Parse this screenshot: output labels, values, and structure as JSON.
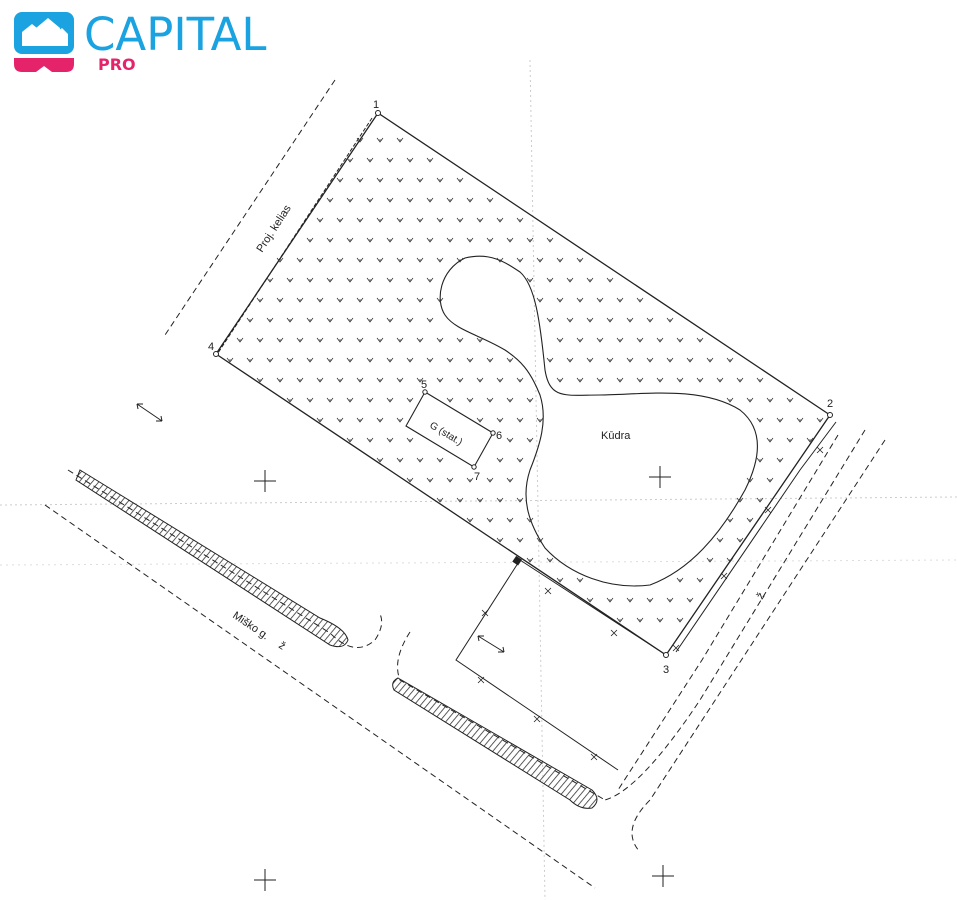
{
  "logo": {
    "word": "CAPITAL",
    "sub": "PRO",
    "brand_blue": "#1aa3e0",
    "brand_pink": "#e5236b"
  },
  "labels": {
    "road_top": "Proj. kelias",
    "road_bottom": "Miško g.",
    "road_bottom_grade": "ž",
    "road_right_grade": "ž",
    "bog": "Kūdra",
    "building": "G (stat.)"
  },
  "points": {
    "p1": "1",
    "p2": "2",
    "p3": "3",
    "p4": "4",
    "p5": "5",
    "p6": "6",
    "p7": "7"
  },
  "colors": {
    "line": "#222222",
    "hatch": "#333333"
  }
}
